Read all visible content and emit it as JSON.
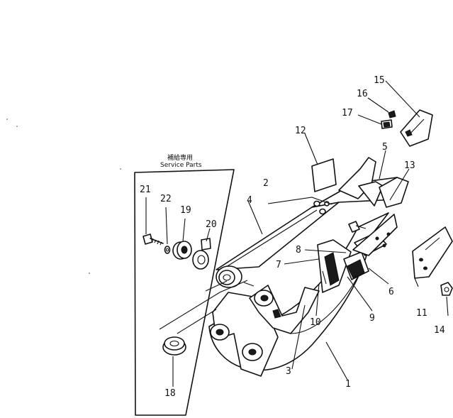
{
  "service_box": {
    "heading_jp": "補給専用",
    "heading_en": "Service  Parts"
  },
  "callouts": [
    {
      "id": "c1",
      "label": "1"
    },
    {
      "id": "c2",
      "label": "2"
    },
    {
      "id": "c3",
      "label": "3"
    },
    {
      "id": "c4",
      "label": "4"
    },
    {
      "id": "c5",
      "label": "5"
    },
    {
      "id": "c6",
      "label": "6"
    },
    {
      "id": "c7",
      "label": "7"
    },
    {
      "id": "c8",
      "label": "8"
    },
    {
      "id": "c9",
      "label": "9"
    },
    {
      "id": "c10",
      "label": "10"
    },
    {
      "id": "c11",
      "label": "11"
    },
    {
      "id": "c12",
      "label": "12"
    },
    {
      "id": "c13",
      "label": "13"
    },
    {
      "id": "c14",
      "label": "14"
    },
    {
      "id": "c15",
      "label": "15"
    },
    {
      "id": "c16",
      "label": "16"
    },
    {
      "id": "c17",
      "label": "17"
    },
    {
      "id": "c18",
      "label": "18"
    },
    {
      "id": "c19",
      "label": "19"
    },
    {
      "id": "c20",
      "label": "20"
    },
    {
      "id": "c21",
      "label": "21"
    },
    {
      "id": "c22",
      "label": "22"
    }
  ]
}
